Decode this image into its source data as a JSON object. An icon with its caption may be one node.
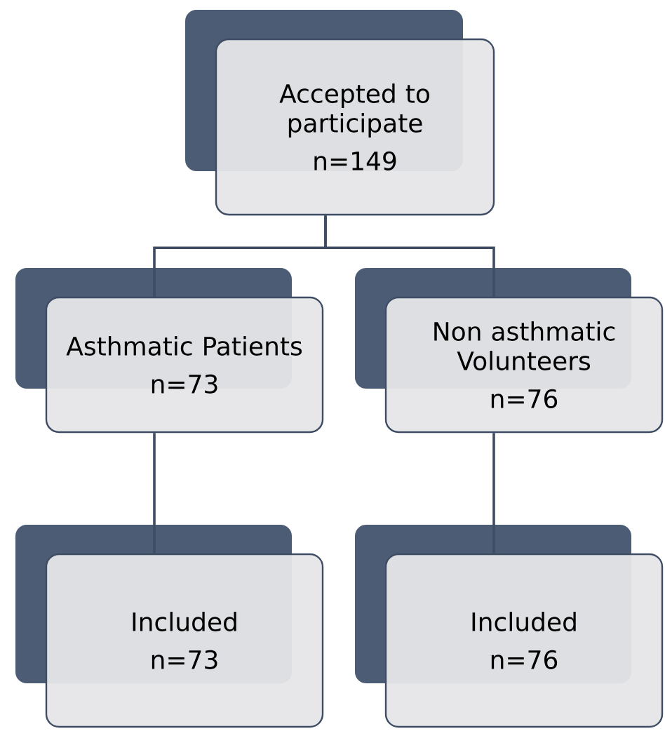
{
  "diagram": {
    "nodes": [
      {
        "text": [
          "Accepted to participate",
          "n=149"
        ]
      },
      {
        "text": [
          "Asthmatic Patients",
          "n=73"
        ]
      },
      {
        "text": [
          "Non asthmatic Volunteers",
          "n=76"
        ]
      },
      {
        "text": [
          "Included",
          "n=73"
        ]
      },
      {
        "text": [
          "Included",
          "n=76"
        ]
      }
    ],
    "edges": [
      {
        "from": 0,
        "to": 1,
        "arrow": "none"
      },
      {
        "from": 0,
        "to": 2,
        "arrow": "none"
      },
      {
        "from": 1,
        "to": 3,
        "arrow": "none"
      },
      {
        "from": 2,
        "to": 4,
        "arrow": "none"
      }
    ]
  }
}
